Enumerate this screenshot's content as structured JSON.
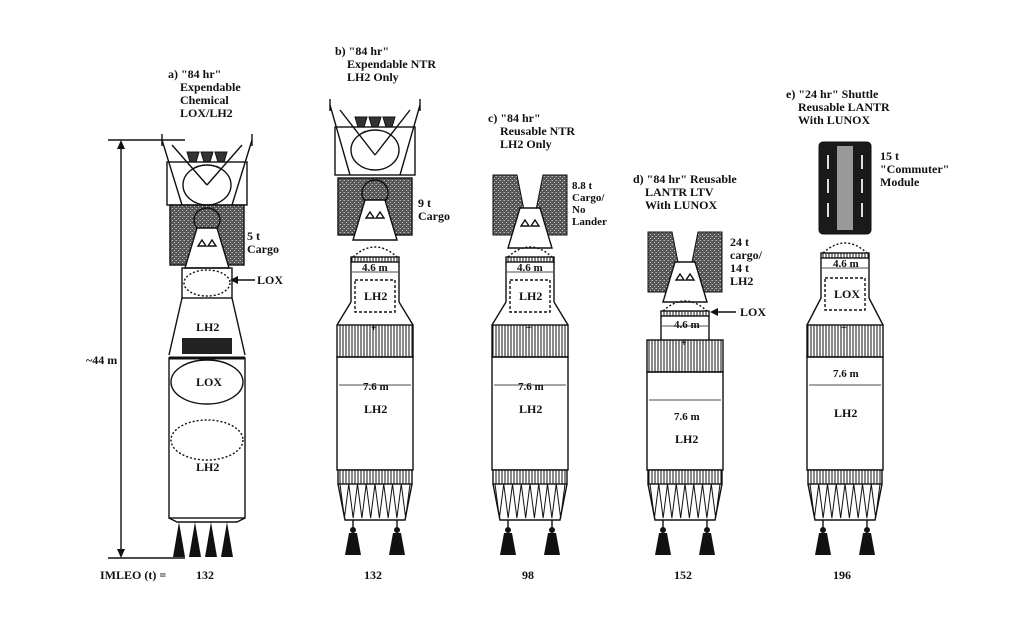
{
  "vehicles": [
    {
      "id": "a",
      "title": [
        "a) \"84 hr\"",
        "Expendable",
        "Chemical",
        "LOX/LH2"
      ],
      "cargo": [
        "5 t",
        "Cargo"
      ],
      "imleo": "132",
      "tanks": [
        "LH2",
        "LOX",
        "LH2"
      ],
      "arrow": "LOX"
    },
    {
      "id": "b",
      "title": [
        "b) \"84 hr\"",
        "Expendable NTR",
        "LH2 Only"
      ],
      "cargo": [
        "9 t",
        "Cargo"
      ],
      "imleo": "132",
      "small_width": "4.6 m",
      "small_tank": "LH2",
      "main_width": "7.6 m",
      "main_tank": "LH2"
    },
    {
      "id": "c",
      "title": [
        "c) \"84 hr\"",
        "Reusable NTR",
        "LH2 Only"
      ],
      "cargo": [
        "8.8 t",
        "Cargo/",
        "No",
        "Lander"
      ],
      "imleo": "98",
      "small_width": "4.6 m",
      "small_tank": "LH2",
      "main_width": "7.6 m",
      "main_tank": "LH2"
    },
    {
      "id": "d",
      "title": [
        "d) \"84 hr\" Reusable",
        "LANTR LTV",
        "With LUNOX"
      ],
      "cargo": [
        "24 t",
        "cargo/",
        "14 t",
        "LH2"
      ],
      "imleo": "152",
      "small_width": "4.6 m",
      "arrow": "LOX",
      "main_width": "7.6 m",
      "main_tank": "LH2"
    },
    {
      "id": "e",
      "title": [
        "e) \"24 hr\" Shuttle",
        "Reusable LANTR",
        "With LUNOX"
      ],
      "cargo": [
        "15 t",
        "\"Commuter\"",
        "Module"
      ],
      "imleo": "196",
      "small_width": "4.6 m",
      "small_tank": "LOX",
      "main_width": "7.6 m",
      "main_tank": "LH2"
    }
  ],
  "height_label": "~44 m",
  "imleo_label": "IMLEO (t) ="
}
